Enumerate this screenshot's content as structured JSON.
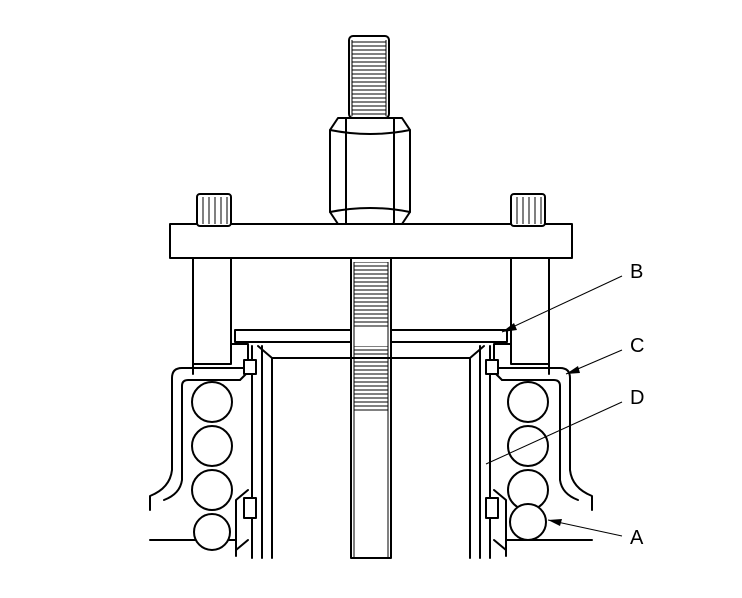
{
  "diagram": {
    "callouts": {
      "a": "A",
      "b": "B",
      "c": "C",
      "d": "D"
    }
  }
}
